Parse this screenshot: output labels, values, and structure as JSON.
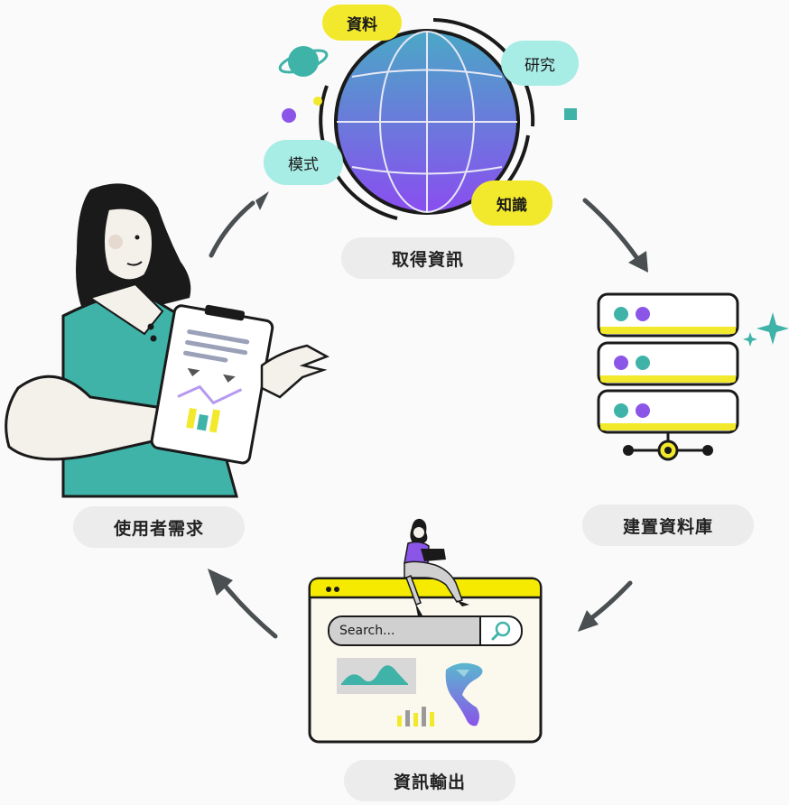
{
  "tags": {
    "data": "資料",
    "research": "研究",
    "pattern": "模式",
    "knowledge": "知識"
  },
  "steps": {
    "acquire": "取得資訊",
    "build_db": "建置資料庫",
    "output": "資訊輸出",
    "user_needs": "使用者需求"
  },
  "search": {
    "placeholder": "Search..."
  },
  "colors": {
    "yellow": "#f2e92c",
    "teal": "#3fb3a8",
    "light_teal": "#a8ece6",
    "purple": "#8b55e8",
    "globe_top": "#3fa3c8",
    "globe_bottom": "#8a4df0"
  }
}
